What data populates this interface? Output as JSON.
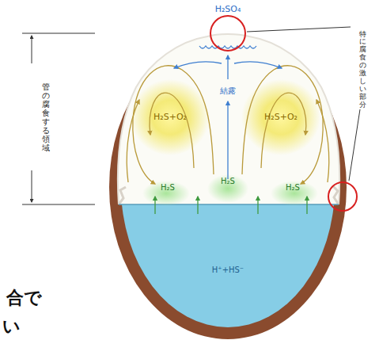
{
  "diagram": {
    "labels": [
      "H₂SO₄",
      "特に腐食の激しい部分",
      "管の腐食する領域",
      "H₂S+O₂",
      "結露",
      "H₂S+O₂",
      "H₂S",
      "H₂S",
      "H₂S",
      "H⁺+HS⁻",
      "合で",
      "い"
    ]
  }
}
